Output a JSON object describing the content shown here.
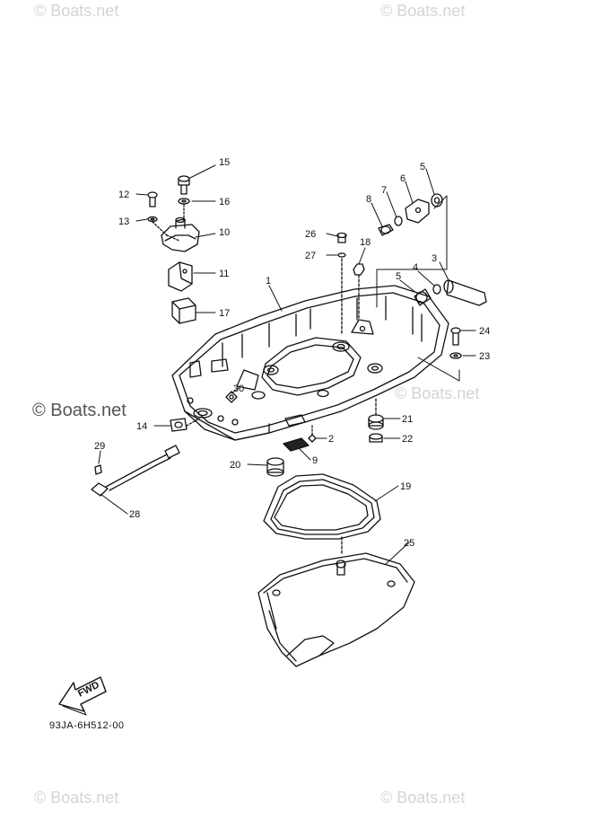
{
  "watermarks": {
    "top_left": "© Boats.net",
    "top_right": "© Boats.net",
    "middle_left": "© Boats.net",
    "middle_right": "© Boats.net",
    "bottom_left": "© Boats.net",
    "bottom_right": "© Boats.net"
  },
  "diagram_code": "93JA-6H512-00",
  "fwd_label": "FWD",
  "callouts": {
    "p1": "1",
    "p2": "2",
    "p3": "3",
    "p4": "4",
    "p5a": "5",
    "p5b": "5",
    "p6": "6",
    "p7": "7",
    "p8": "8",
    "p9": "9",
    "p10": "10",
    "p11": "11",
    "p12": "12",
    "p13": "13",
    "p14": "14",
    "p15": "15",
    "p16": "16",
    "p17": "17",
    "p18": "18",
    "p19": "19",
    "p20": "20",
    "p21": "21",
    "p22": "22",
    "p23": "23",
    "p24": "24",
    "p25": "25",
    "p26": "26",
    "p27": "27",
    "p28": "28",
    "p29": "29",
    "p30": "30"
  }
}
